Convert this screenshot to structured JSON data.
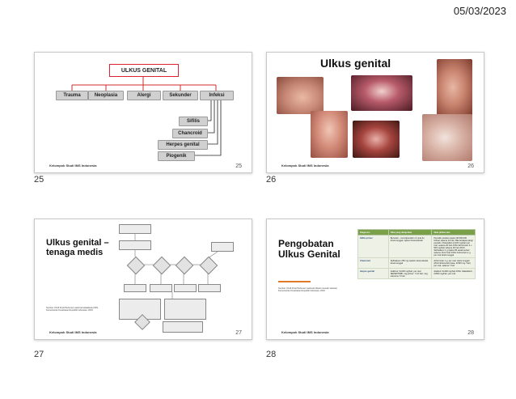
{
  "header": {
    "date": "05/03/2023"
  },
  "slides": [
    {
      "page_label": "25",
      "slide_number": "25",
      "footer": "Kelompok Studi IMS Indonesia",
      "root": "ULKUS GENITAL",
      "categories": [
        "Trauma",
        "Neoplasia",
        "Alergi",
        "Sekunder",
        "Infeksi"
      ],
      "infections": [
        "Sifilis",
        "Chancroid",
        "Herpes genital",
        "Piogenik"
      ]
    },
    {
      "page_label": "26",
      "slide_number": "26",
      "footer": "Kelompok Studi IMS Indonesia",
      "title": "Ulkus genital"
    },
    {
      "page_label": "27",
      "slide_number": "27",
      "footer": "Kelompok Studi IMS Indonesia",
      "title": "Ulkus genital – tenaga medis",
      "source": "Sumber: Draft Final Pedoman nasional tatalaksana IMS, Kementerian Kesehatan Republik Indonesia, 2015"
    },
    {
      "page_label": "28",
      "slide_number": "28",
      "footer": "Kelompok Studi IMS Indonesia",
      "title": "Pengobatan Ulkus Genital",
      "source": "Sumber: Draft Final Pedoman nasional infeksi menular seksual, Kementerian Kesehatan Republik Indonesia, 2016",
      "table": {
        "headers": [
          "Diagnosis",
          "Obat yang dianjurkan",
          "Obat pilihan lain"
        ],
        "rows": [
          {
            "diagnosis": "Sifilis primer",
            "recommended": "Benzatin – benzilpenisilin 2,4 juta IU, dosis tunggal, injeksi intramuskular",
            "alternative": "Penisilin-prokain injeksi IM 600.000 IU/hari selama 10 hari. Bila terdapat alergi penisilin: Doksisiklin 2x100 mg/hari per oral, selama 30 hari ATAU Eritromisin 4 x 500 mg/hari selama 30 hari ATAU Seftriakson 1 g injeksi IM sekali sehari selama 10-14 hari ATAU Azitromisin 1 g per oral dosis tunggal"
          },
          {
            "diagnosis": "Chancroid",
            "recommended": "Seftriakson 250 mg injeksi intramuskular dosis tunggal",
            "alternative": "Azitromisin 1 g, per oral, dosis tunggal ATAU Eritromisin basa, 4x500 mg / hari, per oral, selama 7 hari"
          },
          {
            "diagnosis": "Herpes genital",
            "recommended": "Asiklovir, 5x200 mg/hari, per oral SEPERTIMB • Hg primer: 7-10 hari • Hg rekurens: 5 hari",
            "alternative": "Asiklovir 3x400 mg/hari ATAU Valasiklovir, 2x500 mg/hari, per oral"
          }
        ]
      }
    }
  ],
  "colors": {
    "accent_red": "#d22b2b",
    "table_header": "#7aa04a",
    "title_underline": "#e07b2a"
  }
}
